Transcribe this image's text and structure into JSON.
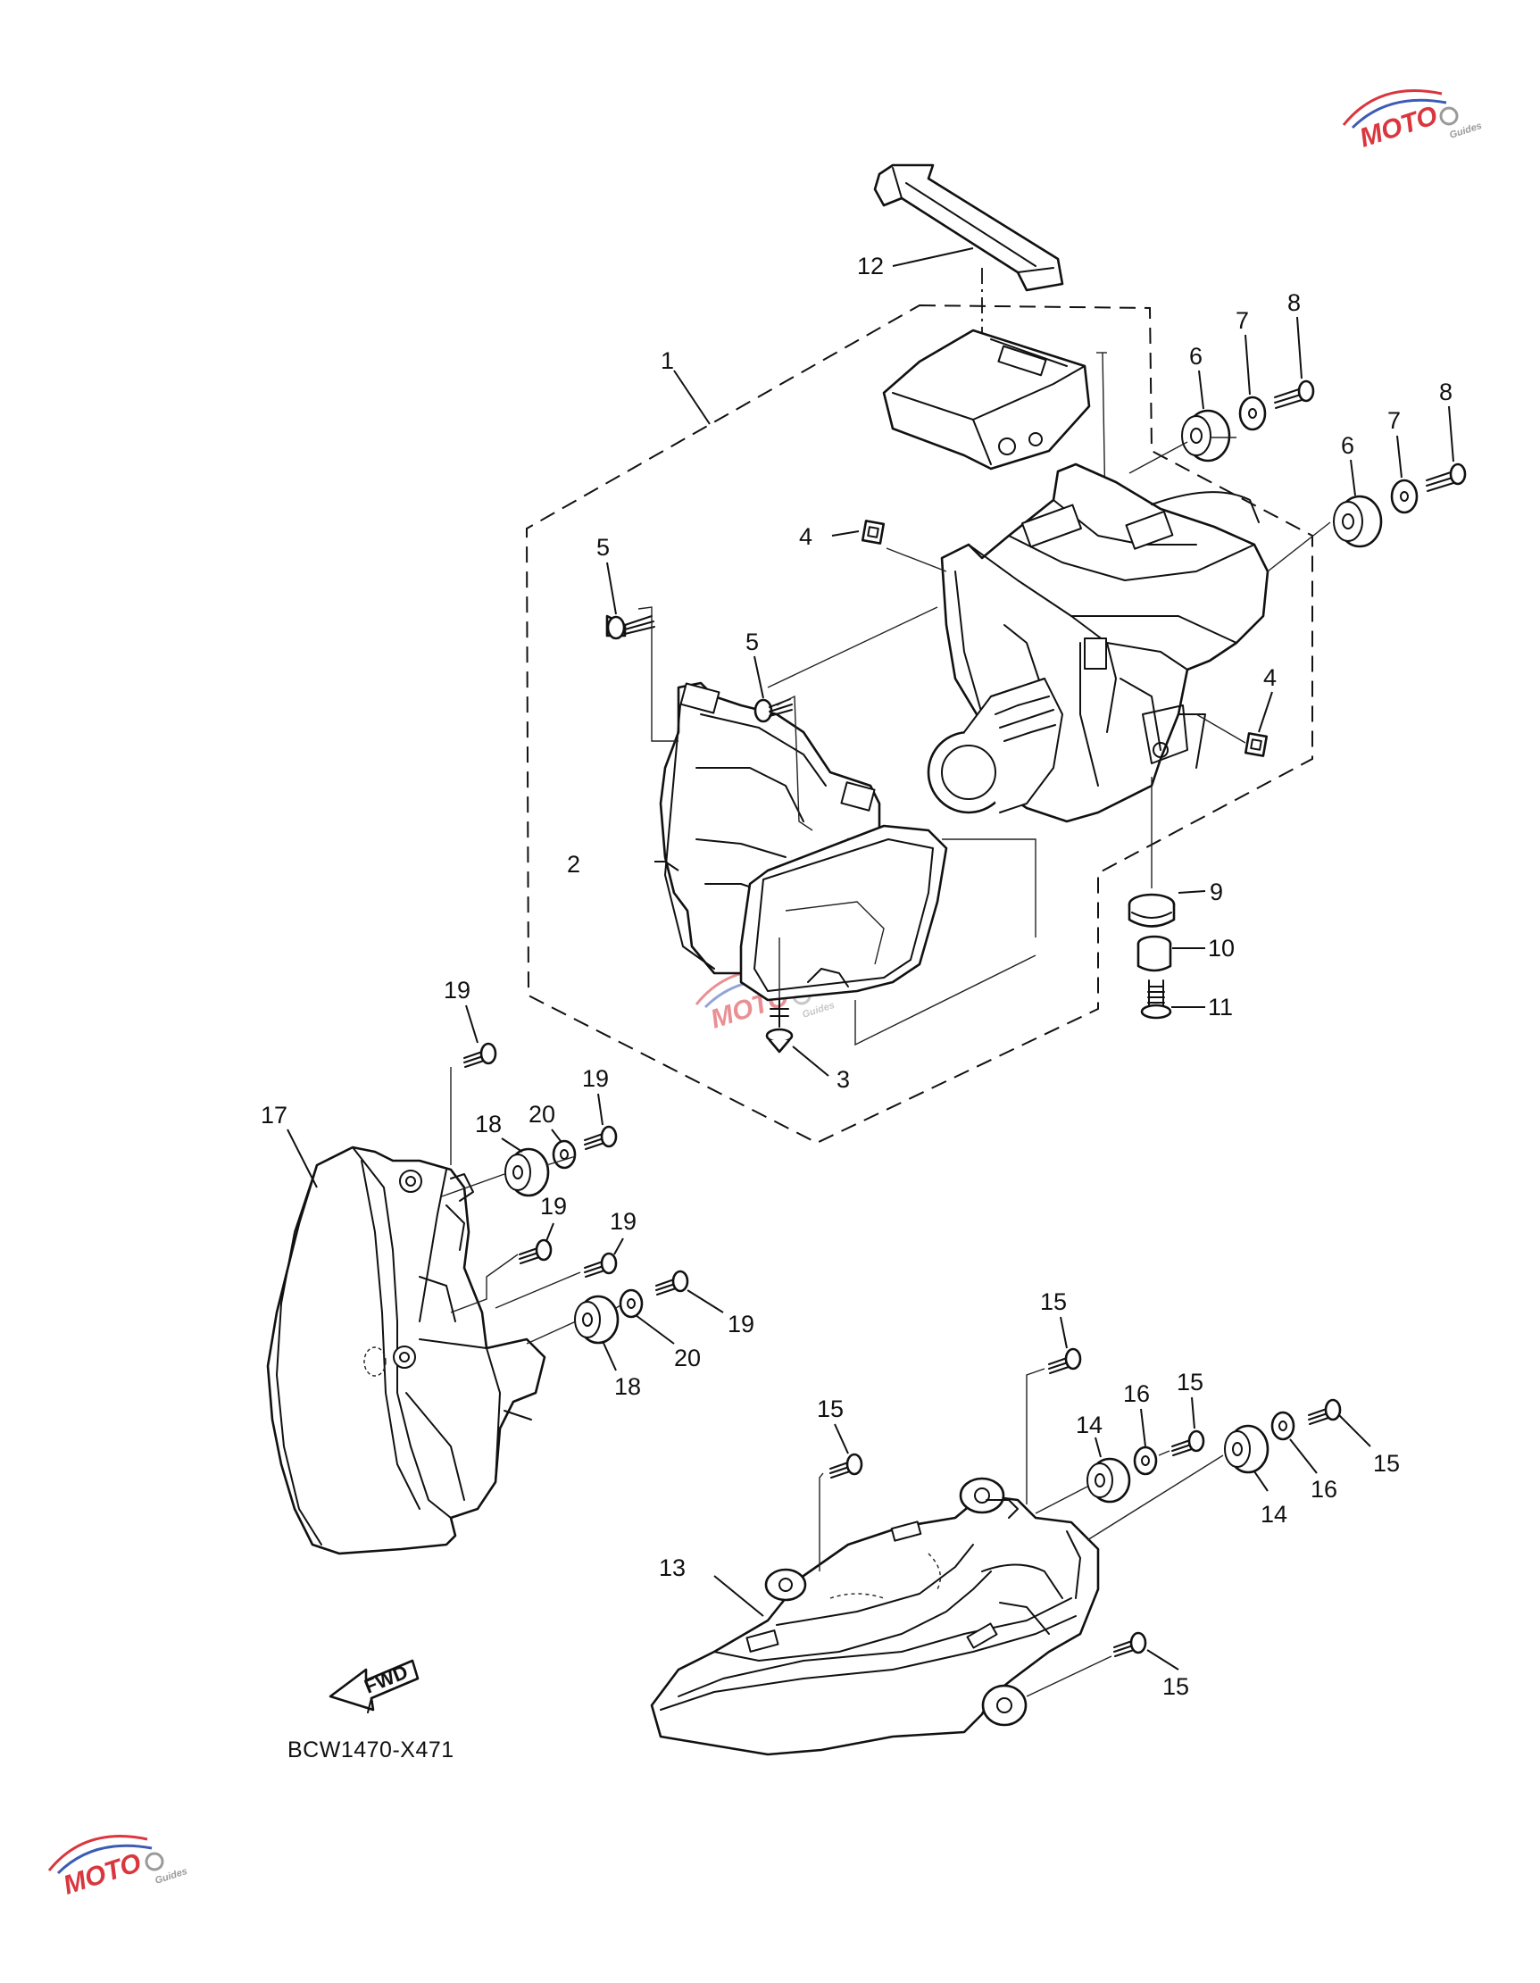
{
  "diagram_code": "BCW1470-X471",
  "fwd_label": "FWD",
  "watermark": {
    "text": "MOTO",
    "subtext": "Guides",
    "accent_red": "#d9363e",
    "accent_blue": "#3b5bb5",
    "accent_gray": "#9a9a9a"
  },
  "callouts": [
    {
      "id": "c1",
      "label": "1"
    },
    {
      "id": "c2",
      "label": "2"
    },
    {
      "id": "c3",
      "label": "3"
    },
    {
      "id": "c4a",
      "label": "4"
    },
    {
      "id": "c4b",
      "label": "4"
    },
    {
      "id": "c5a",
      "label": "5"
    },
    {
      "id": "c5b",
      "label": "5"
    },
    {
      "id": "c6a",
      "label": "6"
    },
    {
      "id": "c6b",
      "label": "6"
    },
    {
      "id": "c7a",
      "label": "7"
    },
    {
      "id": "c7b",
      "label": "7"
    },
    {
      "id": "c8a",
      "label": "8"
    },
    {
      "id": "c8b",
      "label": "8"
    },
    {
      "id": "c9",
      "label": "9"
    },
    {
      "id": "c10",
      "label": "10"
    },
    {
      "id": "c11",
      "label": "11"
    },
    {
      "id": "c12",
      "label": "12"
    },
    {
      "id": "c13",
      "label": "13"
    },
    {
      "id": "c14a",
      "label": "14"
    },
    {
      "id": "c14b",
      "label": "14"
    },
    {
      "id": "c15a",
      "label": "15"
    },
    {
      "id": "c15b",
      "label": "15"
    },
    {
      "id": "c15c",
      "label": "15"
    },
    {
      "id": "c15d",
      "label": "15"
    },
    {
      "id": "c15e",
      "label": "15"
    },
    {
      "id": "c16a",
      "label": "16"
    },
    {
      "id": "c16b",
      "label": "16"
    },
    {
      "id": "c17",
      "label": "17"
    },
    {
      "id": "c18a",
      "label": "18"
    },
    {
      "id": "c18b",
      "label": "18"
    },
    {
      "id": "c19a",
      "label": "19"
    },
    {
      "id": "c19b",
      "label": "19"
    },
    {
      "id": "c19c",
      "label": "19"
    },
    {
      "id": "c19d",
      "label": "19"
    },
    {
      "id": "c19e",
      "label": "19"
    },
    {
      "id": "c20a",
      "label": "20"
    },
    {
      "id": "c20b",
      "label": "20"
    }
  ]
}
